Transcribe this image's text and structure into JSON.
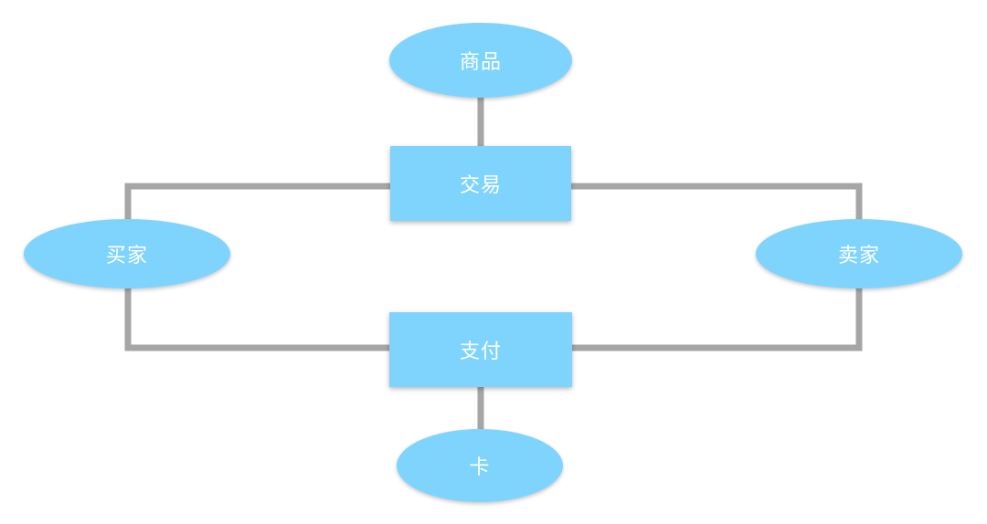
{
  "colors": {
    "node_fill": "#7fd4fd",
    "connector": "#a6a6a6",
    "text": "#ffffff"
  },
  "nodes": {
    "product": {
      "label": "商品"
    },
    "deal": {
      "label": "交易"
    },
    "buyer": {
      "label": "买家"
    },
    "seller": {
      "label": "卖家"
    },
    "payment": {
      "label": "支付"
    },
    "card": {
      "label": "卡"
    }
  }
}
